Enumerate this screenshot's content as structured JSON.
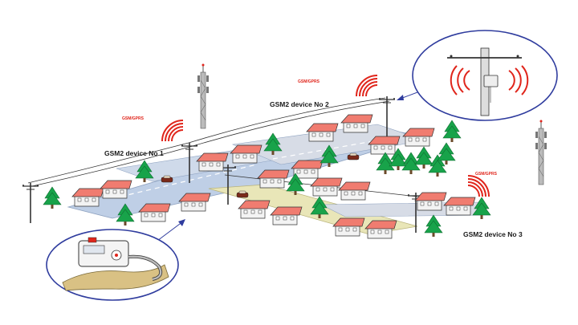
{
  "diagram": {
    "gsm_labels": [
      "GSM/GPRS",
      "GSM/GPRS",
      "GSM/GPRS"
    ],
    "devices": [
      {
        "label": "GSM2 device No 1"
      },
      {
        "label": "GSM2 device No 2"
      },
      {
        "label": "GSM2 device No 3"
      }
    ]
  },
  "colors": {
    "signal": "#e0251b",
    "road": "#bfcfe6",
    "road_yellow": "#e9e6b8",
    "roof": "#f07c70",
    "tree": "#18a34a",
    "callout_border": "#2f3c9e",
    "wire": "#333333"
  },
  "icons": [
    "radio-tower-icon",
    "utility-pole-icon",
    "signal-wave-icon",
    "house-icon",
    "tree-icon",
    "car-icon",
    "gsm-device-icon",
    "gas-meter-icon"
  ]
}
